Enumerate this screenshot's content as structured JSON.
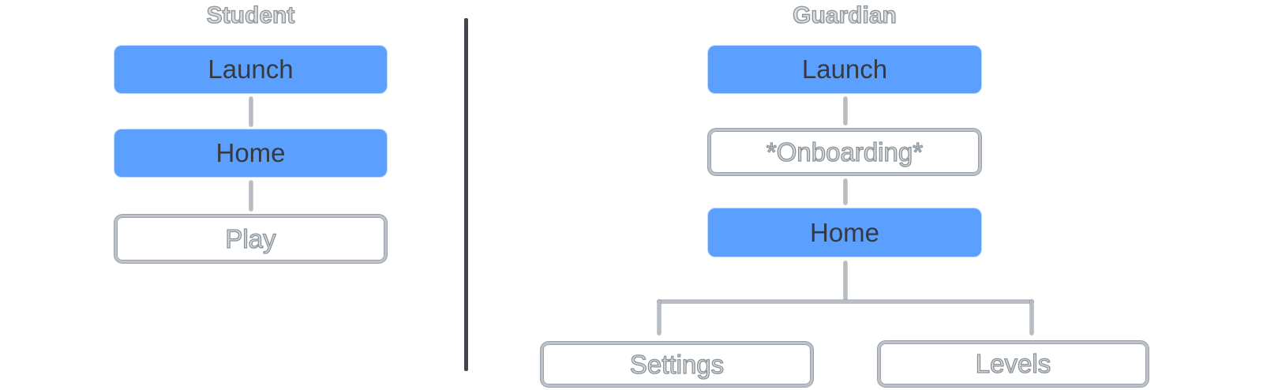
{
  "diagram": {
    "student": {
      "title": "Student",
      "nodes": [
        {
          "id": "launch",
          "label": "Launch",
          "style": "blue"
        },
        {
          "id": "home",
          "label": "Home",
          "style": "blue"
        },
        {
          "id": "play",
          "label": "Play",
          "style": "outline"
        }
      ],
      "edges": [
        [
          "Launch",
          "Home"
        ],
        [
          "Home",
          "Play"
        ]
      ]
    },
    "guardian": {
      "title": "Guardian",
      "nodes": [
        {
          "id": "launch",
          "label": "Launch",
          "style": "blue"
        },
        {
          "id": "onboarding",
          "label": "*Onboarding*",
          "style": "outline"
        },
        {
          "id": "home",
          "label": "Home",
          "style": "blue"
        },
        {
          "id": "settings",
          "label": "Settings",
          "style": "outline"
        },
        {
          "id": "levels",
          "label": "Levels",
          "style": "outline"
        }
      ],
      "edges": [
        [
          "Launch",
          "*Onboarding*"
        ],
        [
          "*Onboarding*",
          "Home"
        ],
        [
          "Home",
          "Settings"
        ],
        [
          "Home",
          "Levels"
        ]
      ]
    },
    "colors": {
      "node_blue": "#5CA0FF",
      "node_text_dark": "#36393D",
      "hollow_text_fill": "#D9DDE0",
      "hollow_text_stroke": "#8A9298",
      "outline_border_gray": "#BCC2C8",
      "outline_border_edge": "#99A0A7",
      "connector_gray": "#B7BDC3",
      "divider_dark": "#41474C"
    }
  }
}
